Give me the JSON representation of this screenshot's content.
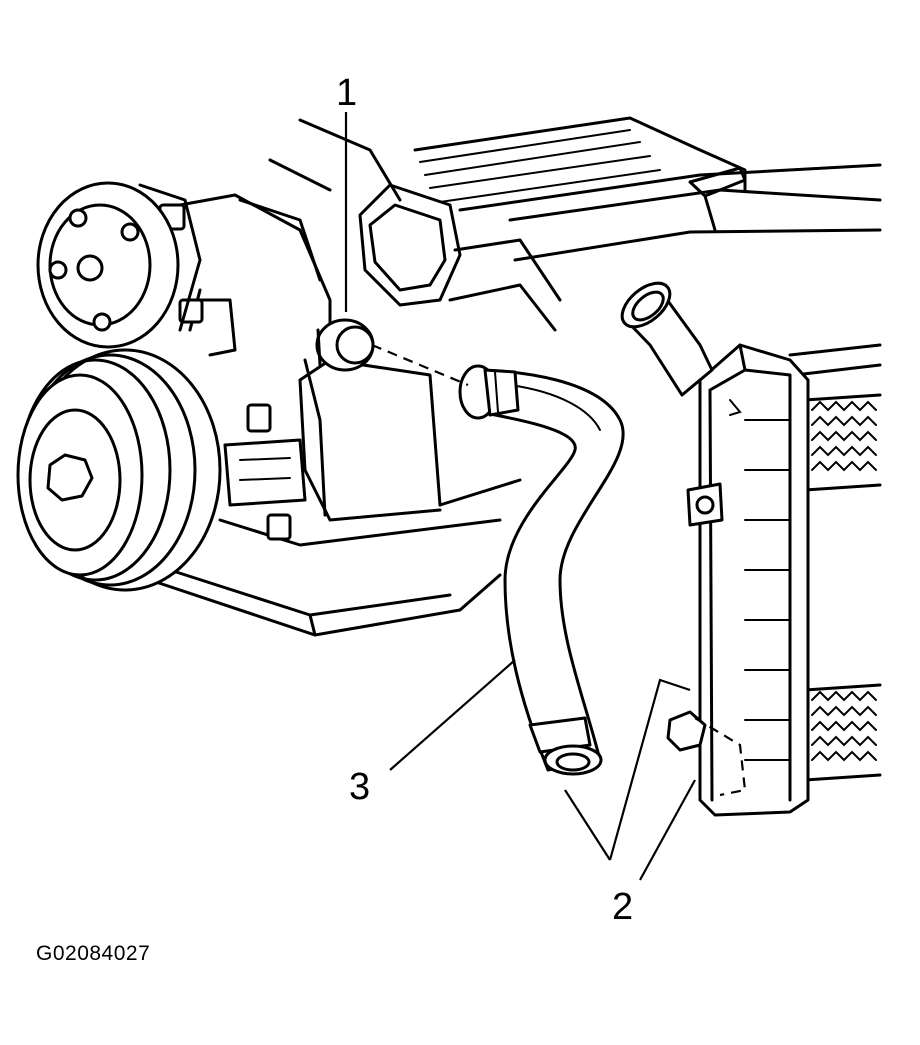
{
  "callouts": {
    "engine_outlet": "1",
    "hose_ends": "2",
    "hose": "3"
  },
  "figure_id": "G02084027",
  "icons": [
    "engine-block-drawing",
    "radiator-drawing",
    "coolant-hose-drawing",
    "pulley-drawing"
  ]
}
